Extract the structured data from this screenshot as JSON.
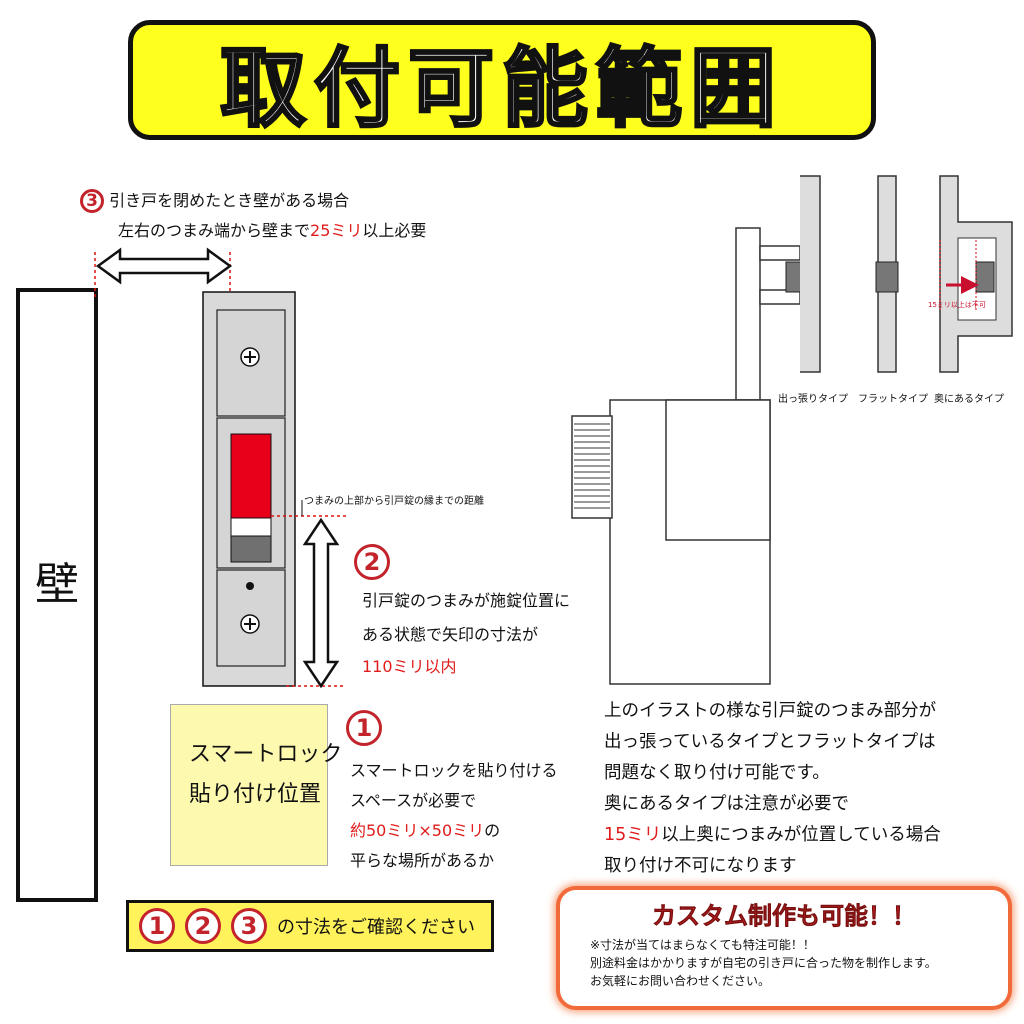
{
  "title": "取付可能範囲",
  "wall_label": "壁",
  "note3": {
    "num": "3",
    "line1": "引き戸を閉めたとき壁がある場合",
    "line2_pre": "左右のつまみ端から壁まで",
    "line2_red": "25ミリ",
    "line2_post": "以上必要"
  },
  "measure_caption": "つまみの上部から引戸錠の縁までの距離",
  "note2": {
    "num": "2",
    "line1": "引戸錠のつまみが施錠位置に",
    "line2": "ある状態で矢印の寸法が",
    "line3_red": "110ミリ以内"
  },
  "position_box": {
    "line1": "スマートロック",
    "line2": "貼り付け位置"
  },
  "note1": {
    "num": "1",
    "line1": "スマートロックを貼り付ける",
    "line2": "スペースが必要で",
    "line3_red": "約50ミリ×50ミリ",
    "line3_post": "の",
    "line4": "平らな場所があるか"
  },
  "confirm": {
    "nums": [
      "1",
      "2",
      "3"
    ],
    "text": "の寸法をご確認ください"
  },
  "types": {
    "protruding": "出っ張りタイプ",
    "flat": "フラットタイプ",
    "recessed": "奥にあるタイプ",
    "recess_note": "15ミリ以上は不可"
  },
  "paragraph": {
    "line1": "上のイラストの様な引戸錠のつまみ部分が",
    "line2": "出っ張っているタイプとフラットタイプは",
    "line3": "問題なく取り付け可能です。",
    "line4": "奥にあるタイプは注意が必要で",
    "line5_red": "15ミリ",
    "line5_post": "以上奥につまみが位置している場合",
    "line6": "取り付け不可になります"
  },
  "custom": {
    "title": "カスタム制作も可能！！",
    "line1": "※寸法が当てはまらなくても特注可能！！",
    "line2": "別途料金はかかりますが自宅の引き戸に合った物を制作します。",
    "line3": "お気軽にお問い合わせください。"
  },
  "colors": {
    "banner": "#ffff1e",
    "accent_red": "#e01b1b",
    "knob_red": "#e8001a",
    "note_yellow": "#fdfab0",
    "confirm_yellow": "#fff25a",
    "custom_border": "#f06a3a"
  }
}
